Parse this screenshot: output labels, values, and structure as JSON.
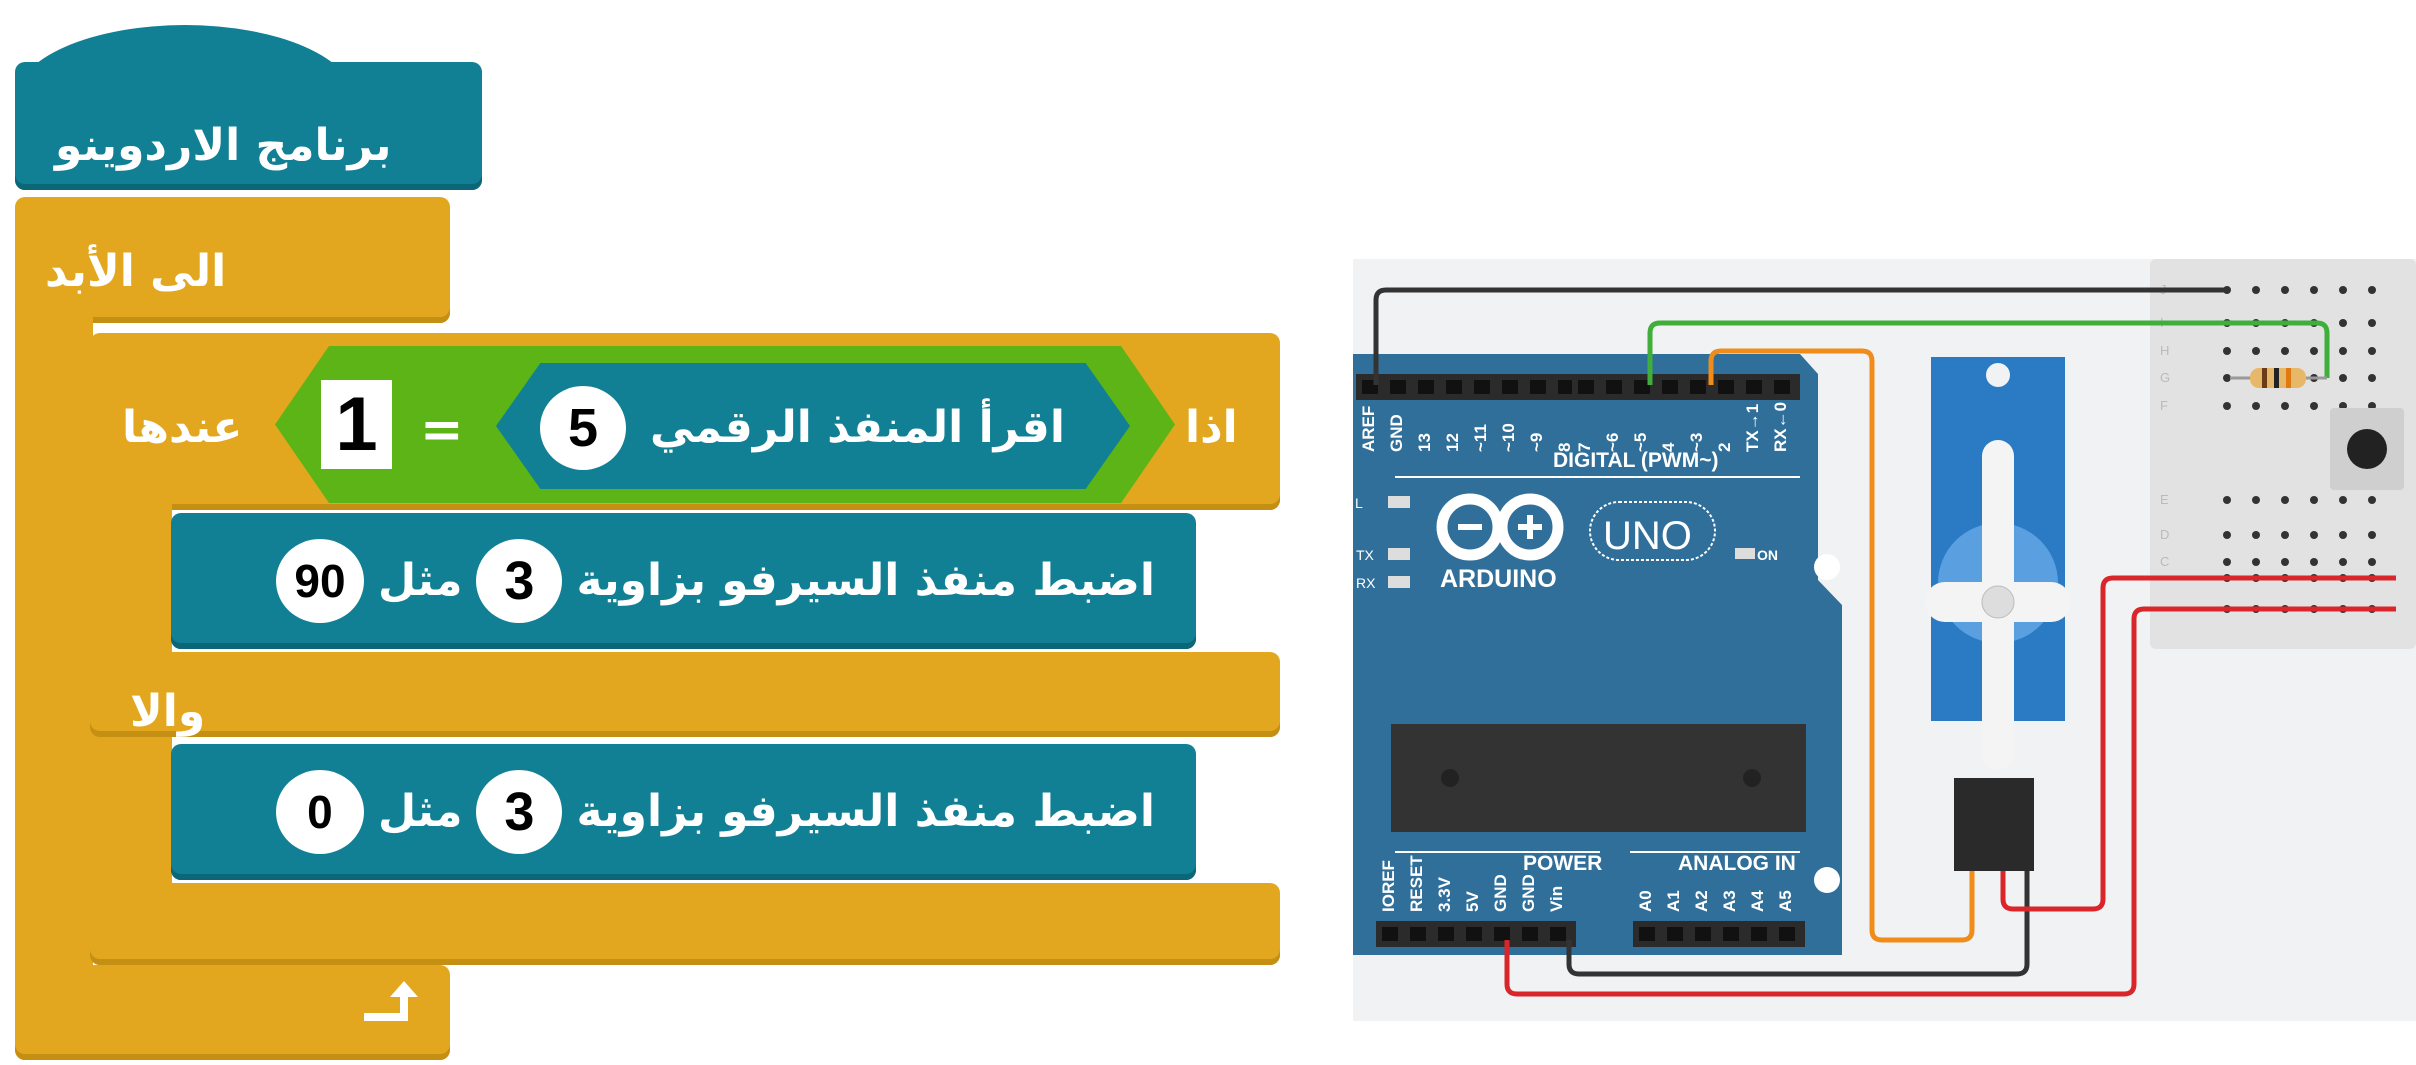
{
  "blocks": {
    "program": "برنامج الاردوينو",
    "forever": "الى الأبد",
    "if_label": "اذا",
    "then_label": "عندها",
    "else_label": "والا",
    "read_digital": "اقرأ المنفذ الرقمي",
    "read_pin": "5",
    "operator": "=",
    "compare_value": "1",
    "servo1": {
      "text": "اضبط منفذ السيرفو بزاوية",
      "pin": "3",
      "mid": "مثل",
      "angle": "90"
    },
    "servo2": {
      "text": "اضبط منفذ السيرفو بزاوية",
      "pin": "3",
      "mid": "مثل",
      "angle": "0"
    },
    "loop_icon": "loop-arrow-icon"
  },
  "circuit": {
    "brand": "ARDUINO",
    "model": "UNO",
    "on_label": "ON",
    "l_label": "L",
    "tx_label": "TX",
    "rx_label": "RX",
    "digital_label": "DIGITAL (PWM~)",
    "power_label": "POWER",
    "analog_label": "ANALOG IN",
    "digital_pins_left": [
      "AREF",
      "GND",
      "13",
      "12",
      "~11",
      "~10",
      "~9",
      "8"
    ],
    "digital_pins_right": [
      "7",
      "~6",
      "~5",
      "4",
      "~3",
      "2",
      "TX→1",
      "RX←0"
    ],
    "power_pins": [
      "IOREF",
      "RESET",
      "3.3V",
      "5V",
      "GND",
      "GND",
      "Vin"
    ],
    "analog_pins": [
      "A0",
      "A1",
      "A2",
      "A3",
      "A4",
      "A5"
    ],
    "breadboard_rows": [
      "J",
      "I",
      "H",
      "G",
      "F",
      "E",
      "D",
      "C"
    ],
    "colors": {
      "board": "#2f6f9a",
      "servo": "#2a7bc4",
      "wire_black": "#333333",
      "wire_green": "#3fae3a",
      "wire_orange": "#f08c1a",
      "wire_red": "#d9262b"
    }
  }
}
